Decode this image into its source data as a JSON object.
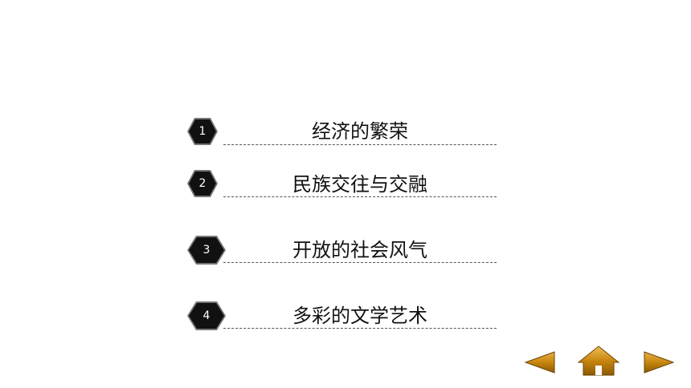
{
  "toc": {
    "items": [
      {
        "number": "1",
        "label": "经济的繁荣"
      },
      {
        "number": "2",
        "label": "民族交往与交融"
      },
      {
        "number": "3",
        "label": "开放的社会风气"
      },
      {
        "number": "4",
        "label": "多彩的文学艺术"
      }
    ]
  },
  "nav": {
    "prev_icon": "triangle-left-icon",
    "home_icon": "home-icon",
    "next_icon": "triangle-right-icon",
    "accent_color": "#C8860E"
  }
}
